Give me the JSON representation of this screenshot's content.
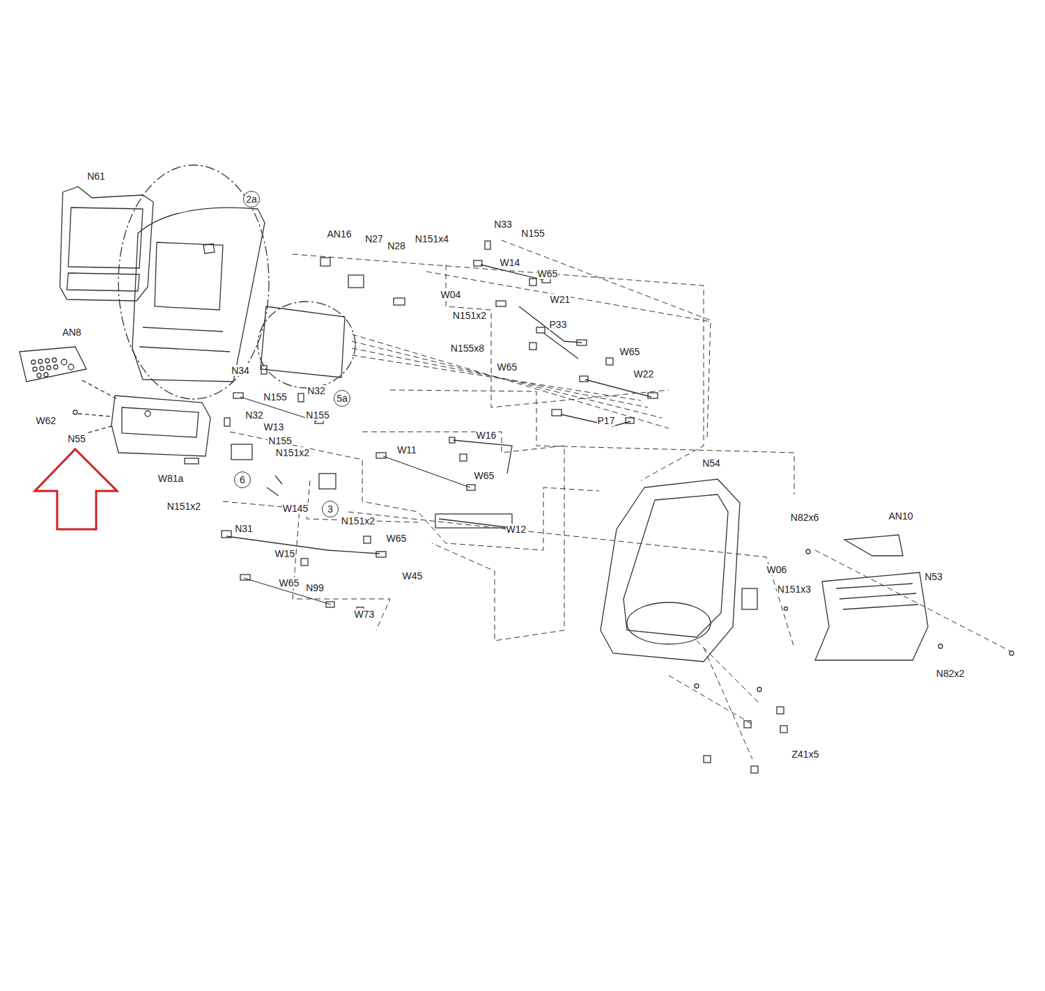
{
  "diagram": {
    "nodes": [
      {
        "text": [
          "2a"
        ]
      },
      {
        "text": [
          "5a"
        ]
      },
      {
        "text": [
          "6"
        ]
      },
      {
        "text": [
          "3"
        ]
      }
    ],
    "labels": [
      "N61",
      "AN8",
      "W62",
      "N55",
      "AN16",
      "N27",
      "N28",
      "N151x4",
      "N33",
      "N155",
      "W14",
      "W65",
      "W04",
      "W21",
      "N151x2",
      "N155x8",
      "P33",
      "W65",
      "W65",
      "W22",
      "N34",
      "N155",
      "N32",
      "N155",
      "N32",
      "W13",
      "N155",
      "N151x2",
      "P17",
      "W16",
      "W11",
      "W65",
      "W81a",
      "N151x2",
      "W145",
      "N151x2",
      "W12",
      "N31",
      "W65",
      "W15",
      "W45",
      "W65",
      "N99",
      "W73",
      "N54",
      "N82x6",
      "AN10",
      "W06",
      "N151x3",
      "N53",
      "N82x2",
      "Z41x5"
    ]
  }
}
